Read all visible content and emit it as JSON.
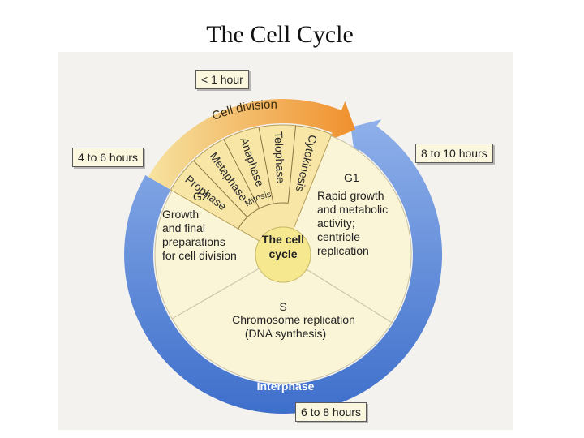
{
  "page": {
    "title": "The Cell Cycle"
  },
  "cycle": {
    "center_line1": "The cell",
    "center_line2": "cycle",
    "interphase_label": "Interphase",
    "cell_division_label": "Cell division",
    "mitosis_label": "Mitosis",
    "mitosis_phases": [
      "Prophase",
      "Metaphase",
      "Anaphase",
      "Telophase"
    ],
    "cytokinesis_label": "Cytokinesis",
    "g1": {
      "name": "G1",
      "lines": [
        "Rapid growth",
        "and metabolic",
        "activity;",
        "centriole",
        "replication"
      ]
    },
    "g2": {
      "name": "G2",
      "lines": [
        "Growth",
        "and final",
        "preparations",
        "for cell division"
      ]
    },
    "s": {
      "name": "S",
      "lines": [
        "Chromosome replication",
        "(DNA synthesis)"
      ]
    }
  },
  "durations": {
    "division": "< 1 hour",
    "g1": "8 to 10 hours",
    "g2": "4 to 6 hours",
    "s": "6 to 8 hours"
  },
  "colors": {
    "ring_blue": "#4f7fd3",
    "ring_light_blue": "#9ab8ea",
    "division_orange": "#f29a3a",
    "division_light": "#f7d88a",
    "center_yellow": "#f6e88e",
    "sector_cream": "#fbf5d7"
  }
}
